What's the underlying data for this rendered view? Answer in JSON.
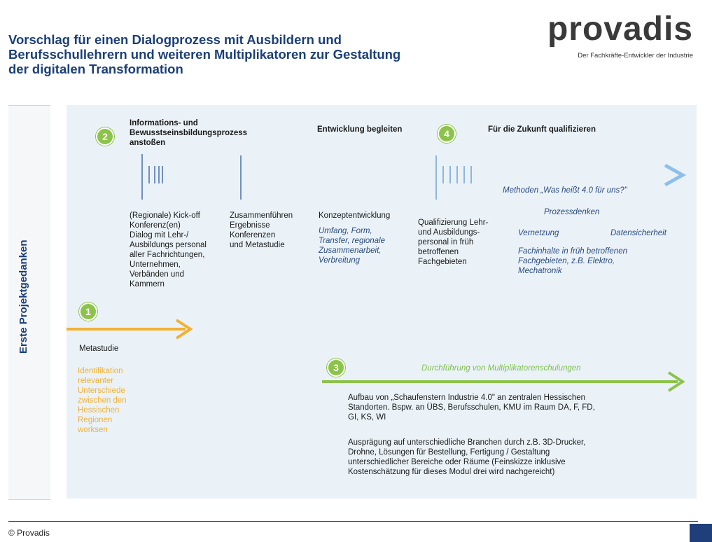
{
  "header": {
    "title": "Vorschlag für einen Dialogprozess mit Ausbildern und\nBerufsschullehrern und weiteren Multiplikatoren zur Gestaltung\nder digitalen Transformation",
    "logo_text": "provadis",
    "logo_tagline": "Der Fachkräfte-Entwickler der Industrie"
  },
  "side_label": "Erste Projektgedanken",
  "steps": {
    "s1": "1",
    "s2": "2",
    "s3": "3",
    "s4": "4"
  },
  "phases": {
    "informations": "Informations- und\nBewusstseinsbildungsprozess\nanstoßen",
    "entwicklung": "Entwicklung begleiten",
    "zukunft": "Für die Zukunft qualifizieren"
  },
  "timeline_items": {
    "kickoff": "(Regionale) Kick-off\nKonferenz(en)\nDialog mit Lehr-/\nAusbildungs personal\naller Fachrichtungen,\nUnternehmen,\nVerbänden und\nKammern",
    "zusammen": "Zusammenführen\nErgebnisse\nKonferenzen\nund Metastudie",
    "konzept_title": "Konzeptentwicklung",
    "konzept_detail": "Umfang, Form,\nTransfer, regionale\nZusammenarbeit,\nVerbreitung",
    "qualifizierung": "Qualifizierung Lehr-\nund Ausbildungs-\npersonal in früh\nbetroffenen\nFachgebieten"
  },
  "methods": {
    "title": "Methoden „Was heißt 4.0 für uns?\"",
    "prozess": "Prozessdenken",
    "vernetzung": "Vernetzung",
    "datensicherheit": "Datensicherheit",
    "fachinhalte": "Fachinhalte in früh betroffenen\nFachgebieten, z.B. Elektro,\nMechatronik"
  },
  "metastudie": {
    "label": "Metastudie",
    "detail": "Identifikation\nrelevanter\nUnterschiede\nzwischen den\nHessischen\nRegionen\nworksen"
  },
  "step3": {
    "banner": "Durchführung von Multiplikatorenschulungen",
    "para1": "Aufbau von „Schaufenstern Industrie 4.0\" an zentralen Hessischen\nStandorten. Bspw. an ÜBS, Berufsschulen, KMU im Raum DA, F, FD,\nGI, KS, WI",
    "para2": "Ausprägung auf unterschiedliche Branchen durch z.B. 3D-Drucker,\nDrohne, Lösungen für Bestellung, Fertigung / Gestaltung\nunterschiedlicher Bereiche oder Räume (Feinskizze inklusive\nKostenschätzung für dieses Modul drei wird nachgereicht)"
  },
  "footer": {
    "copyright": "© Provadis"
  },
  "colors": {
    "navy": "#1b3f78",
    "timeline_blue": "#1f4e9c",
    "light_blue": "#5aa0d8",
    "orange": "#f2b133",
    "green": "#8cc34a"
  }
}
